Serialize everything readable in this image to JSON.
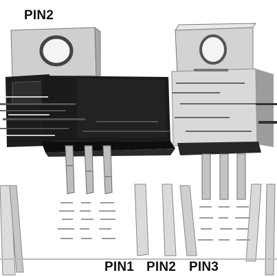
{
  "labels": {
    "top_pin": "PIN2",
    "pin1": "PIN1",
    "pin2": "PIN2",
    "pin3": "PIN3"
  },
  "components": [
    {
      "name": "left-to220-package"
    },
    {
      "name": "right-to220-package"
    }
  ],
  "colors": {
    "background": "#ffffff",
    "tab": "#c9c9c9",
    "body_dark": "#1a1a1a",
    "body_light": "#d6d6d6",
    "lead": "#b5b5b5",
    "text": "#111111"
  }
}
